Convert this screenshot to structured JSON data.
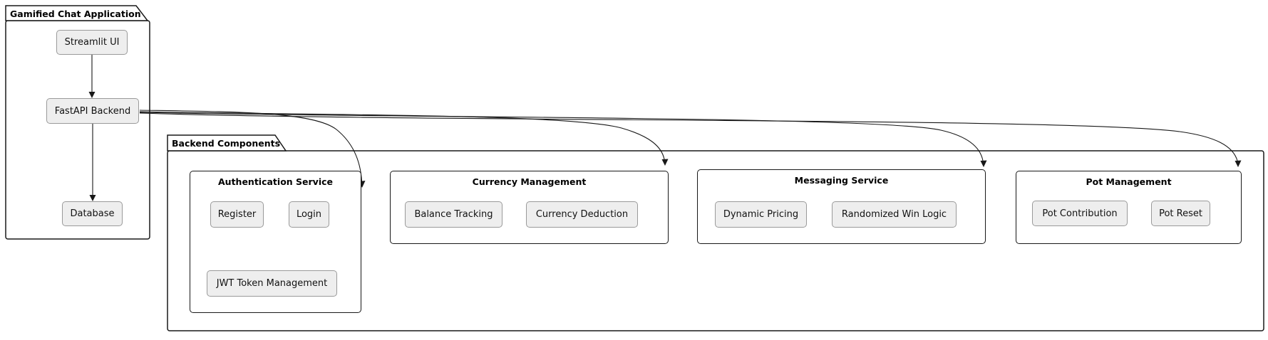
{
  "diagram": {
    "type": "component-architecture-diagram",
    "packages": {
      "app": {
        "label": "Gamified Chat Application"
      },
      "backend": {
        "label": "Backend Components"
      }
    },
    "nodes": {
      "streamlit": {
        "label": "Streamlit UI"
      },
      "fastapi": {
        "label": "FastAPI Backend"
      },
      "database": {
        "label": "Database"
      }
    },
    "components": [
      {
        "title": "Authentication Service",
        "items": [
          "Register",
          "Login",
          "JWT Token Management"
        ]
      },
      {
        "title": "Currency Management",
        "items": [
          "Balance Tracking",
          "Currency Deduction"
        ]
      },
      {
        "title": "Messaging Service",
        "items": [
          "Dynamic Pricing",
          "Randomized Win Logic"
        ]
      },
      {
        "title": "Pot Management",
        "items": [
          "Pot Contribution",
          "Pot Reset"
        ]
      }
    ],
    "edges": [
      {
        "from": "Streamlit UI",
        "to": "FastAPI Backend"
      },
      {
        "from": "FastAPI Backend",
        "to": "Database"
      },
      {
        "from": "FastAPI Backend",
        "to": "Authentication Service"
      },
      {
        "from": "FastAPI Backend",
        "to": "Currency Management"
      },
      {
        "from": "FastAPI Backend",
        "to": "Messaging Service"
      },
      {
        "from": "FastAPI Backend",
        "to": "Pot Management"
      }
    ],
    "colors": {
      "node_fill": "#eeeeee",
      "node_border": "#9a9a9a",
      "outline": "#181818",
      "background": "#ffffff"
    }
  }
}
